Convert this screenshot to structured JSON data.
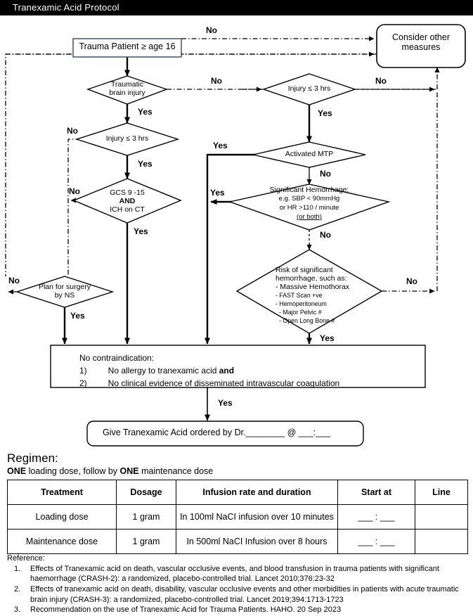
{
  "header": {
    "title": "Tranexamic Acid Protocol",
    "bg_color": "#000000",
    "text_color": "#ffffff"
  },
  "flow": {
    "nodes": {
      "start": {
        "label": "Trauma Patient ≥ age 16",
        "shape": "process",
        "border_color": "#44546a"
      },
      "consider_other": {
        "label_line1": "Consider other",
        "label_line2": "measures",
        "shape": "rounded"
      },
      "tbi": {
        "line1": "Traumatic",
        "line2": "brain injury",
        "shape": "decision"
      },
      "injury_left": {
        "label": "Injury ≤ 3 hrs",
        "shape": "decision"
      },
      "gcs": {
        "line1": "GCS 9 -15",
        "line2": "AND",
        "line3": "ICH on CT",
        "shape": "decision"
      },
      "plan_surgery": {
        "line1": "Plan for surgery",
        "line2": "by NS",
        "shape": "decision"
      },
      "injury_right": {
        "label": "Injury ≤ 3 hrs",
        "shape": "decision"
      },
      "mtp": {
        "label": "Activated MTP",
        "shape": "decision"
      },
      "sig_hem": {
        "line1": "Significant Hemorrhage:",
        "line2": "e.g. SBP < 90mmHg",
        "line3": "or HR >110 / minute",
        "line4": "(or both)",
        "shape": "decision"
      },
      "risk_hem": {
        "line1": "Risk of significant",
        "line2": "hemorrhage, such as:",
        "line3": "- Massive Hemothorax",
        "line4": "- FAST Scan +ve",
        "line5": "- Hemoperitoneum",
        "line6": "- Major Pelvic #",
        "line7": "- Open Long Bone #",
        "shape": "decision"
      },
      "no_contra": {
        "heading": "No contraindication:",
        "item1_num": "1)",
        "item1_a": "No allergy to tranexamic acid ",
        "item1_b": "and",
        "item2_num": "2)",
        "item2_text": "No clinical evidence of disseminated intravascular coagulation",
        "shape": "process"
      },
      "give_txa": {
        "label": "Give Tranexamic Acid ordered by Dr.________ @  ___:___",
        "shape": "rounded"
      }
    },
    "edge_labels": {
      "start_no": "No",
      "tbi_yes": "Yes",
      "tbi_no": "No",
      "injury_left_yes": "Yes",
      "injury_left_no": "No",
      "gcs_yes": "Yes",
      "gcs_no": "No",
      "plan_surgery_yes": "Yes",
      "plan_surgery_no": "No",
      "injury_right_yes": "Yes",
      "injury_right_no": "No",
      "mtp_yes": "Yes",
      "mtp_no": "No",
      "sig_hem_yes": "Yes",
      "sig_hem_no": "No",
      "risk_hem_yes": "Yes",
      "risk_hem_no": "No",
      "no_contra_yes": "Yes"
    }
  },
  "regimen": {
    "heading": "Regimen:",
    "sub_bold1": "ONE",
    "sub_mid": " loading dose, follow by ",
    "sub_bold2": "ONE",
    "sub_end": " maintenance dose",
    "table": {
      "columns": [
        "Treatment",
        "Dosage",
        "Infusion rate and duration",
        "Start at",
        "Line"
      ],
      "rows": [
        {
          "treatment": "Loading dose",
          "dosage": "1 gram",
          "infusion": "In 100ml NaCI infusion over 10 minutes",
          "start_at": "___ : ___",
          "line": ""
        },
        {
          "treatment": "Maintenance dose",
          "dosage": "1 gram",
          "infusion": "In 500ml NaCI Infusion over 8 hours",
          "start_at": "___ : ___",
          "line": ""
        }
      ]
    }
  },
  "reference": {
    "title": "Reference:",
    "items": [
      {
        "num": "1.",
        "text": "Effects of Tranexamic acid on death, vascular occlusive events, and blood transfusion in trauma patients with significant haemorrhage (CRASH-2): a randomized, placebo-controlled trial. Lancet 2010;376:23-32"
      },
      {
        "num": "2.",
        "text": "Effects of tranexamic acid on death, disability, vascular occlusive events and other morbidities in patients with acute traumatic brain injury (CRASH-3): a randomized, placebo-controlled trial. Lancet 2019;394:1713-1723"
      },
      {
        "num": "3.",
        "text": "Recommendation on the use of Tranexamic Acid for Trauma Patients. HAHO. 20 Sep 2023"
      }
    ]
  }
}
